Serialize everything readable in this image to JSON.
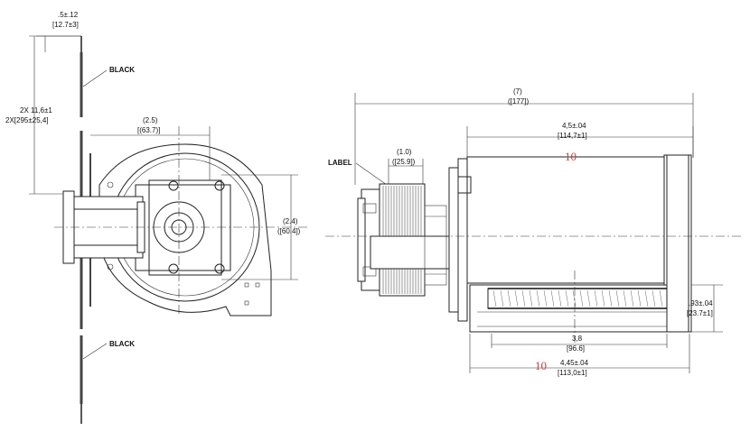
{
  "dimensions": {
    "wire_offset_in": ".5±.12",
    "wire_offset_mm": "[12.7±3]",
    "wire_length_in": "2X 11,6±1",
    "wire_length_mm": "2X[295±25,4]",
    "hub_offset_in": "(2.5)",
    "hub_offset_mm": "[(63.7)]",
    "hub_height_in": "(2.4)",
    "hub_height_mm": "([60.4])",
    "overall_length_in": "(7)",
    "overall_length_mm": "([177])",
    "housing_length_in": "4,5±.04",
    "housing_length_mm": "[114,7±1]",
    "motor_width_in": "(1.0)",
    "motor_width_mm": "([25.9])",
    "outlet_height_in": ".93±.04",
    "outlet_height_mm": "[23.7±1]",
    "inner_width_in": "3,8",
    "inner_width_mm": "[96.6]",
    "outer_width_in": "4,45±.04",
    "outer_width_mm": "[113,0±1]"
  },
  "labels": {
    "wire_top": "BLACK",
    "wire_bottom": "BLACK",
    "label_callout": "LABEL"
  },
  "watermarks": [
    "10",
    "10"
  ]
}
